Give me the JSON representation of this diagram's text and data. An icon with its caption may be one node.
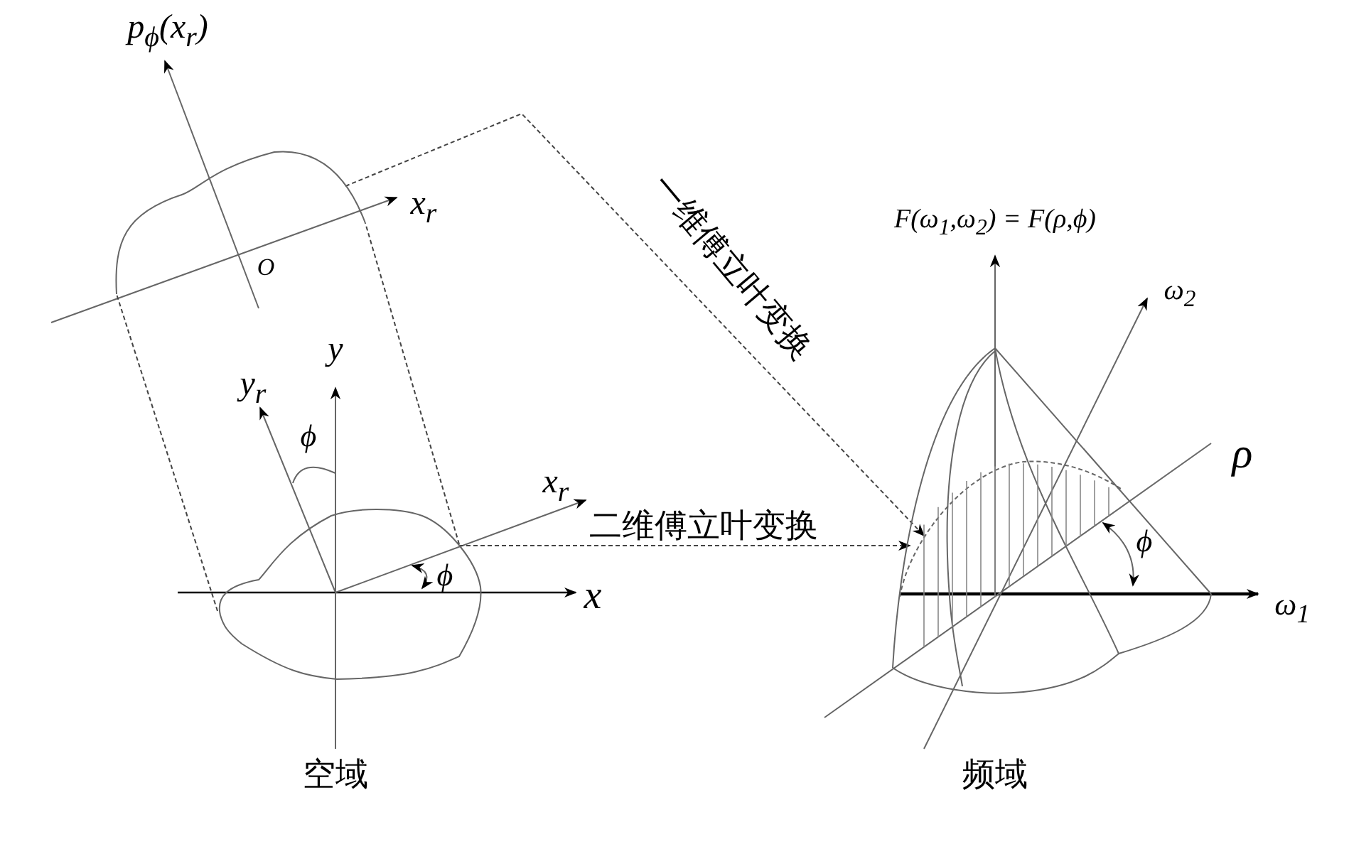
{
  "diagram": {
    "nodes": [
      {
        "text": [],
        "shape": "curve"
      },
      {
        "text": [],
        "shape": "blob"
      },
      {
        "text": [],
        "shape": "surface"
      }
    ],
    "edges": [
      {
        "from": 0,
        "to": 2,
        "arrow": "to",
        "style": "dashed",
        "label": "一维傅立叶变换"
      },
      {
        "from": 1,
        "to": 2,
        "arrow": "to",
        "style": "dashed",
        "label": "二维傅立叶变换"
      },
      {
        "from": 1,
        "to": 0,
        "arrow": "none",
        "style": "dashed"
      },
      {
        "from": 1,
        "to": 0,
        "arrow": "none",
        "style": "dashed"
      }
    ],
    "labels": [
      "p$_{ϕ}$(x$_{r}$)",
      "x$_{r}$",
      "O",
      "F(ω$_{1}$,ω$_{2}$) = F(ρ,ϕ)",
      "ω$_{2}$",
      "y",
      "y$_{r}$",
      "ϕ",
      "ρ",
      "x$_{r}$",
      "ϕ",
      "ϕ",
      "x",
      "ω$_{1}$",
      "空域",
      "频域"
    ]
  }
}
